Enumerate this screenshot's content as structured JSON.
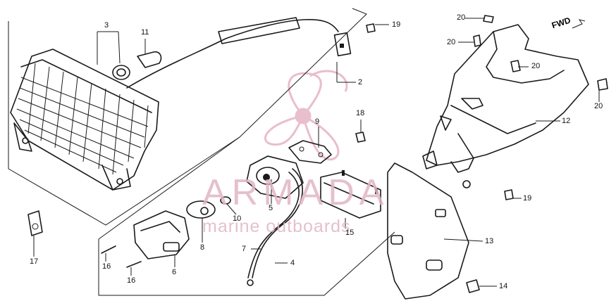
{
  "watermark": {
    "title": "ARMADA",
    "subtitle": "marine outboards",
    "color": "#e1b6c7"
  },
  "direction_marker": "FWD",
  "callouts": [
    {
      "id": "c3",
      "text": "3"
    },
    {
      "id": "c11",
      "text": "11"
    },
    {
      "id": "c2",
      "text": "2"
    },
    {
      "id": "c19a",
      "text": "19"
    },
    {
      "id": "c20a",
      "text": "20"
    },
    {
      "id": "c20b",
      "text": "20"
    },
    {
      "id": "c20c",
      "text": "20"
    },
    {
      "id": "c20d",
      "text": "20"
    },
    {
      "id": "c18",
      "text": "18"
    },
    {
      "id": "c9",
      "text": "9"
    },
    {
      "id": "c12",
      "text": "12"
    },
    {
      "id": "c19b",
      "text": "19"
    },
    {
      "id": "c13",
      "text": "13"
    },
    {
      "id": "c14",
      "text": "14"
    },
    {
      "id": "c15",
      "text": "15"
    },
    {
      "id": "c5",
      "text": "5"
    },
    {
      "id": "c10",
      "text": "10"
    },
    {
      "id": "c8",
      "text": "8"
    },
    {
      "id": "c7",
      "text": "7"
    },
    {
      "id": "c4",
      "text": "4"
    },
    {
      "id": "c6",
      "text": "6"
    },
    {
      "id": "c16a",
      "text": "16"
    },
    {
      "id": "c16b",
      "text": "16"
    },
    {
      "id": "c17",
      "text": "17"
    }
  ]
}
